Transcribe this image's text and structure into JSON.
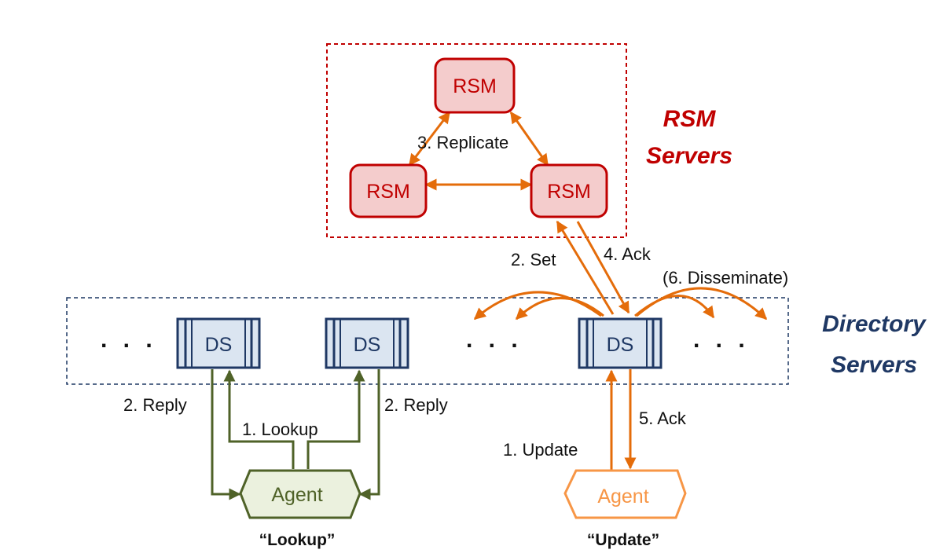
{
  "colors": {
    "rsm_red": "#c00000",
    "rsm_fill": "#f4cccc",
    "ds_blue": "#1f3864",
    "ds_fill": "#dbe5f1",
    "lookup_green": "#4f6228",
    "lookup_fill": "#ebf1de",
    "update_orange": "#f79646",
    "arrow_orange": "#e46c0a"
  },
  "rsm_group": {
    "title_line1": "RSM",
    "title_line2": "Servers",
    "nodes": [
      "RSM",
      "RSM",
      "RSM"
    ],
    "replicate_label": "3. Replicate"
  },
  "directory_group": {
    "title_line1": "Directory",
    "title_line2": "Servers",
    "nodes": [
      "DS",
      "DS",
      "DS"
    ],
    "ellipsis": ". . ."
  },
  "labels": {
    "set": "2. Set",
    "ack4": "4. Ack",
    "disseminate": "(6. Disseminate)",
    "reply_left": "2. Reply",
    "reply_right": "2. Reply",
    "lookup": "1. Lookup",
    "update": "1. Update",
    "ack5": "5. Ack"
  },
  "agents": {
    "lookup": {
      "label": "Agent",
      "caption": "“Lookup”"
    },
    "update": {
      "label": "Agent",
      "caption": "“Update”"
    }
  }
}
